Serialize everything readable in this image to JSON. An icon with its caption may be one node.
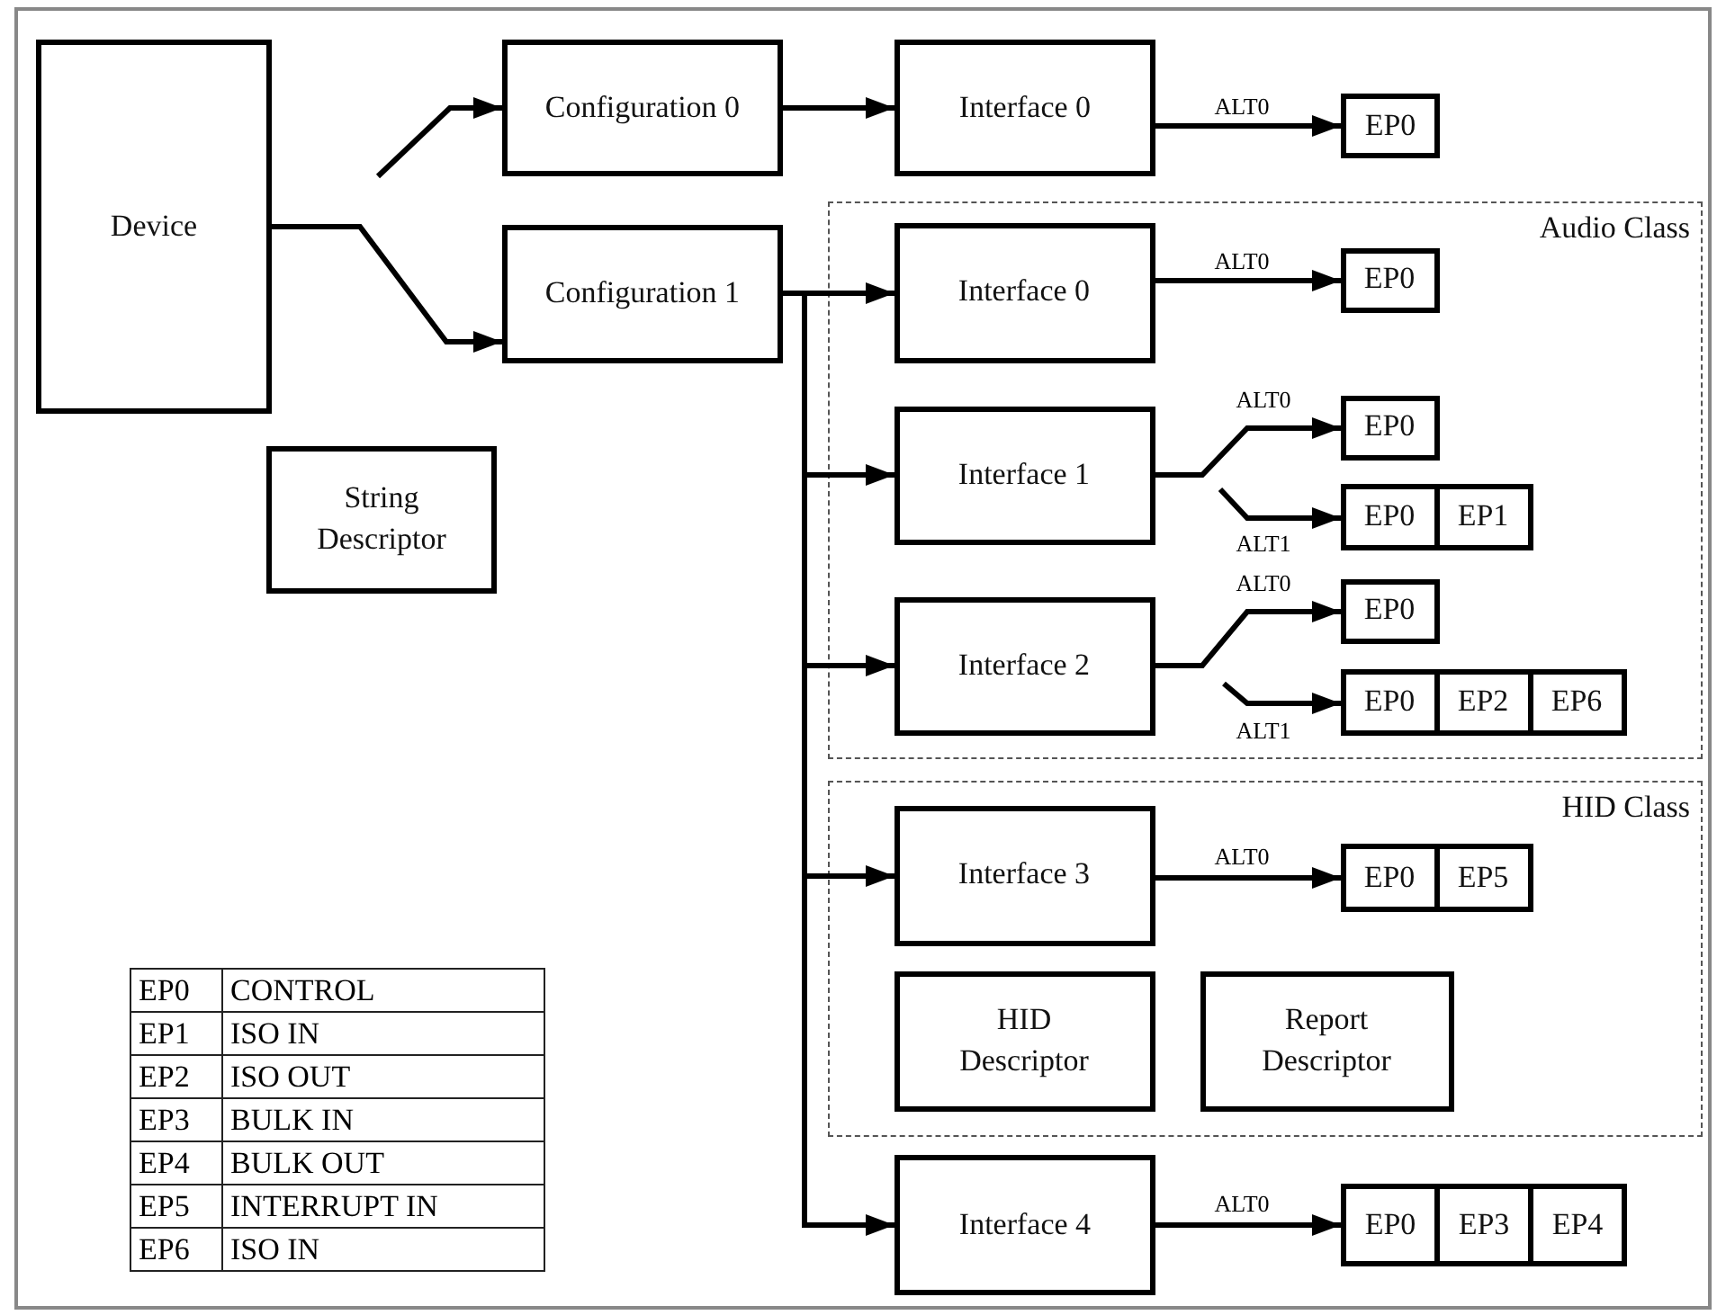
{
  "diagram": {
    "nodes": [
      {
        "text": [
          "Device"
        ]
      },
      {
        "text": [
          "Configuration 0"
        ]
      },
      {
        "text": [
          "Interface 0"
        ]
      },
      {
        "text": [
          "EP0"
        ]
      },
      {
        "text": [
          "Configuration 1"
        ]
      },
      {
        "text": [
          "Audio Class"
        ]
      },
      {
        "text": [
          "Interface 0"
        ],
        "in": 5
      },
      {
        "text": [
          "EP0"
        ],
        "in": 5
      },
      {
        "text": [
          "Interface 1"
        ],
        "in": 5
      },
      {
        "text": [
          "EP0"
        ],
        "in": 5
      },
      {
        "text": [
          "EP0",
          "EP1"
        ],
        "in": 5
      },
      {
        "text": [
          "Interface 2"
        ],
        "in": 5
      },
      {
        "text": [
          "EP0"
        ],
        "in": 5
      },
      {
        "text": [
          "EP0",
          "EP2",
          "EP6"
        ],
        "in": 5
      },
      {
        "text": [
          "String Descriptor"
        ]
      },
      {
        "text": [
          "HID Class"
        ]
      },
      {
        "text": [
          "Interface 3"
        ],
        "in": 15
      },
      {
        "text": [
          "EP0",
          "EP5"
        ],
        "in": 15
      },
      {
        "text": [
          "HID Descriptor"
        ],
        "in": 15
      },
      {
        "text": [
          "Report Descriptor"
        ],
        "in": 15
      },
      {
        "text": [
          "Interface 4"
        ]
      },
      {
        "text": [
          "EP0",
          "EP3",
          "EP4"
        ]
      }
    ],
    "edges": [
      {
        "from": null,
        "to": 1,
        "arrow": "to"
      },
      {
        "from": 0,
        "to": 4,
        "arrow": "to"
      },
      {
        "from": 1,
        "to": 2,
        "arrow": "to"
      },
      {
        "from": 2,
        "to": 3,
        "arrow": "to",
        "label": "ALT0"
      },
      {
        "from": 4,
        "to": 6,
        "arrow": "to"
      },
      {
        "from": 4,
        "to": 8,
        "arrow": "to"
      },
      {
        "from": 4,
        "to": 11,
        "arrow": "to"
      },
      {
        "from": 4,
        "to": 16,
        "arrow": "to"
      },
      {
        "from": 4,
        "to": 20,
        "arrow": "to"
      },
      {
        "from": 6,
        "to": 7,
        "arrow": "to",
        "label": "ALT0"
      },
      {
        "from": 8,
        "to": 9,
        "arrow": "to",
        "label": "ALT0"
      },
      {
        "from": null,
        "to": 10,
        "arrow": "to",
        "label": "ALT1"
      },
      {
        "from": 11,
        "to": 12,
        "arrow": "to",
        "label": "ALT0"
      },
      {
        "from": null,
        "to": 13,
        "arrow": "to",
        "label": "ALT1"
      },
      {
        "from": 16,
        "to": 17,
        "arrow": "to",
        "label": "ALT0"
      },
      {
        "from": 20,
        "to": 21,
        "arrow": "to",
        "label": "ALT0"
      }
    ],
    "labels": [
      "EP0",
      "CONTROL",
      "EP1",
      "ISO IN",
      "EP2",
      "ISO OUT",
      "EP3",
      "BULK IN",
      "EP4",
      "BULK OUT",
      "EP5",
      "INTERRUPT IN",
      "EP6",
      "ISO IN"
    ]
  }
}
